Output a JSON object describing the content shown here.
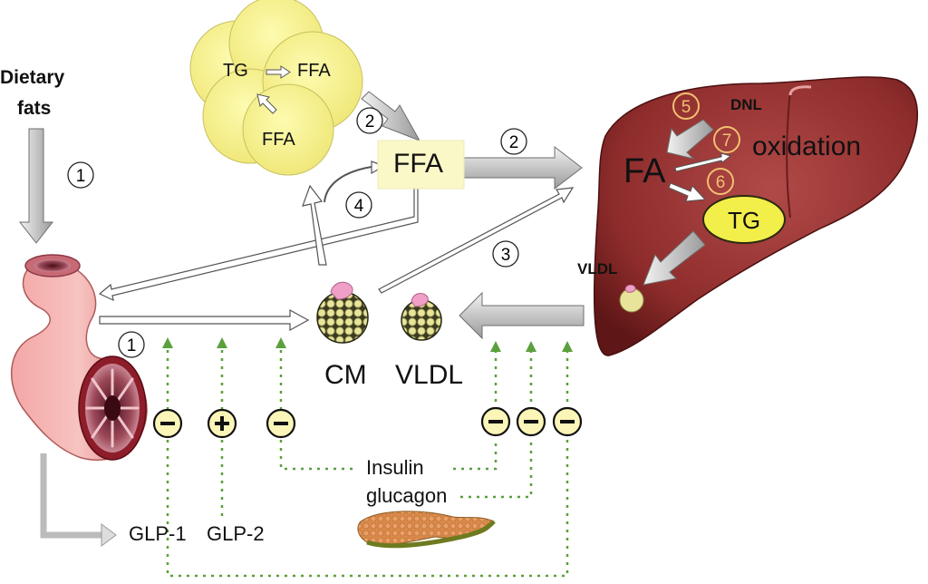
{
  "labels": {
    "dietary_fats": [
      "Dietary",
      "fats"
    ],
    "adipose_tg": "TG",
    "adipose_ffa_right": "FFA",
    "adipose_ffa_bottom": "FFA",
    "ffa_box": "FFA",
    "cm": "CM",
    "vldl_particle": "VLDL",
    "vldl_liver": "VLDL",
    "liver_fa": "FA",
    "liver_tg": "TG",
    "dnl": "DNL",
    "oxidation": "oxidation",
    "insulin": "Insulin",
    "glucagon": "glucagon",
    "glp1": "GLP-1",
    "glp2": "GLP-2"
  },
  "steps": [
    "1",
    "1",
    "2",
    "2",
    "3",
    "4",
    "5",
    "6",
    "7"
  ],
  "signs": [
    "−",
    "+",
    "−",
    "−",
    "−",
    "−"
  ]
}
